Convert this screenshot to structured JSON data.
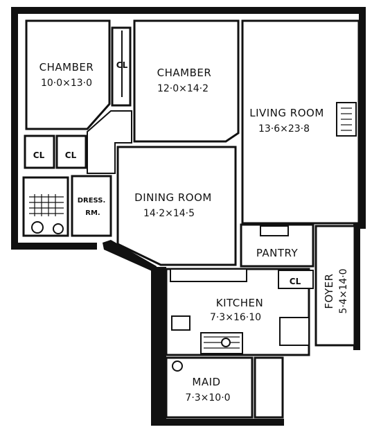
{
  "rooms": {
    "chamber_left": {
      "name": "CHAMBER",
      "size": "10·0×13·0"
    },
    "chamber_mid": {
      "name": "CHAMBER",
      "size": "12·0×14·2"
    },
    "living_room": {
      "name": "LIVING ROOM",
      "size": "13·6×23·8"
    },
    "dining_room": {
      "name": "DINING ROOM",
      "size": "14·2×14·5"
    },
    "pantry": {
      "name": "PANTRY"
    },
    "kitchen": {
      "name": "KITCHEN",
      "size": "7·3×16·10"
    },
    "maid": {
      "name": "MAID",
      "size": "7·3×10·0"
    },
    "foyer": {
      "name": "FOYER",
      "size": "5·4×14·0"
    },
    "dress_rm": {
      "name_line1": "DRESS.",
      "name_line2": "RM."
    }
  },
  "closets": {
    "cl_top": "CL",
    "cl_bottom_left": "CL",
    "cl_bottom_right": "CL",
    "cl_pantry": "CL"
  }
}
